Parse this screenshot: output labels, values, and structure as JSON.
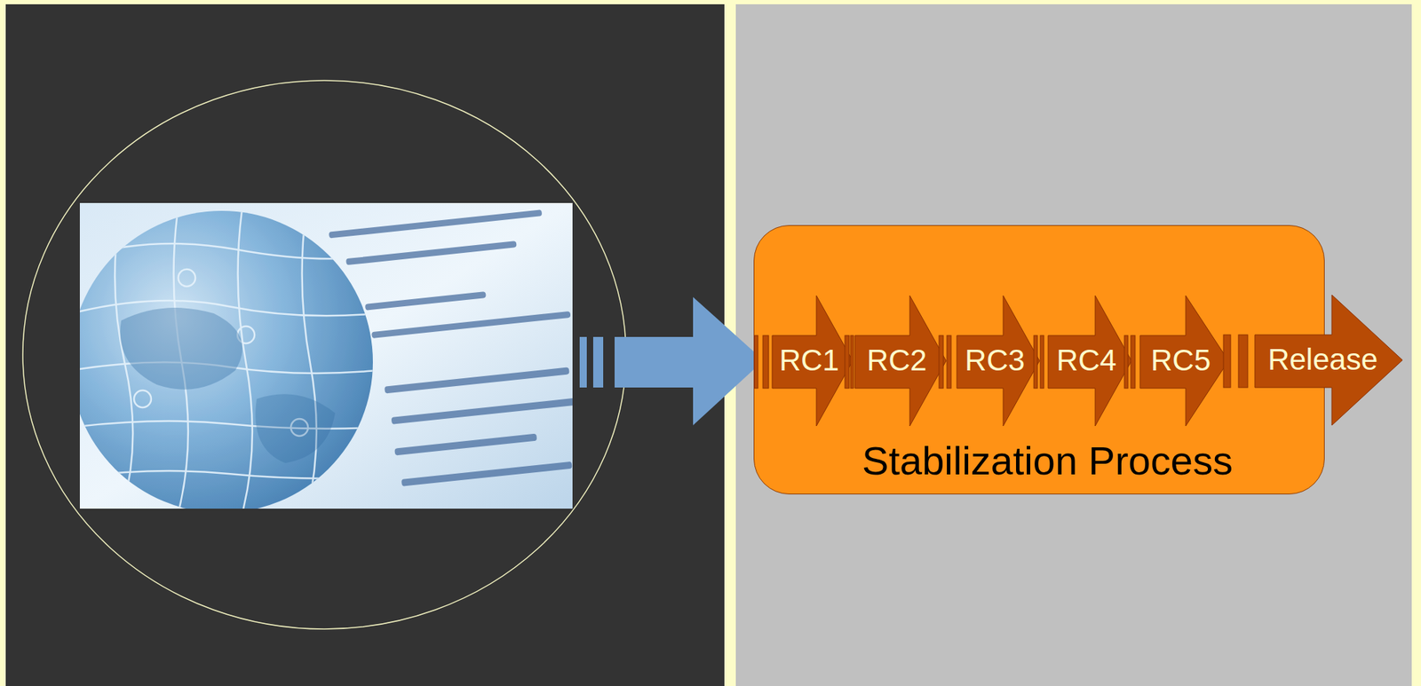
{
  "diagram": {
    "nodes": [
      {
        "text": [
          "Stabilization Process"
        ]
      },
      {
        "text": [
          "RC1"
        ],
        "in": 0
      },
      {
        "text": [
          "RC2"
        ],
        "in": 0
      },
      {
        "text": [
          "RC3"
        ],
        "in": 0
      },
      {
        "text": [
          "RC4"
        ],
        "in": 0
      },
      {
        "text": [
          "RC5"
        ],
        "in": 0
      },
      {
        "text": [
          "Release"
        ]
      }
    ]
  }
}
